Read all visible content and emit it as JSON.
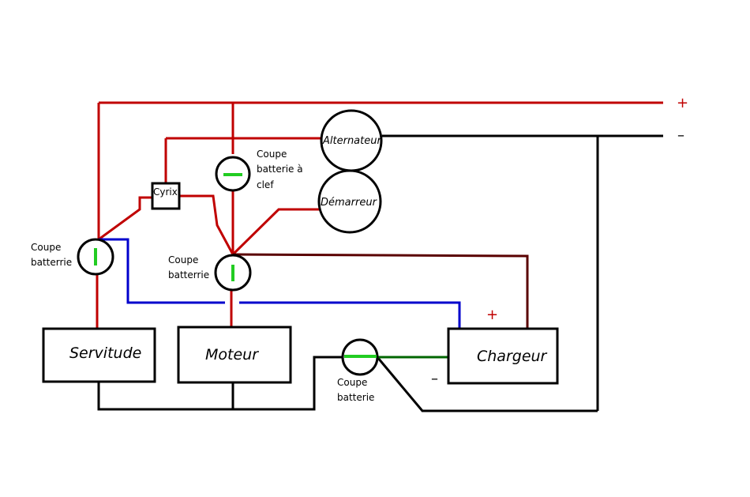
{
  "terminals": {
    "plus": "+",
    "minus": "–"
  },
  "components": {
    "alternateur": "Alternateur",
    "demarreur": "Démarreur",
    "cyrix": "Cyrix",
    "servitude": "Servitude",
    "moteur": "Moteur",
    "chargeur": "Chargeur"
  },
  "switches": {
    "clef_line1": "Coupe",
    "clef_line2": "batterie à",
    "clef_line3": "clef",
    "left_line1": "Coupe",
    "left_line2": "batterrie",
    "center_line1": "Coupe",
    "center_line2": "batterrie",
    "bottom_line1": "Coupe",
    "bottom_line2": "batterie"
  },
  "chargeur_terminals": {
    "plus": "+",
    "minus": "–"
  },
  "colors": {
    "positive": "#c00000",
    "negative": "#000000",
    "blue": "#0000cc",
    "dark_red": "#5a0000",
    "green": "#006600",
    "switch_green": "#22cc22"
  }
}
